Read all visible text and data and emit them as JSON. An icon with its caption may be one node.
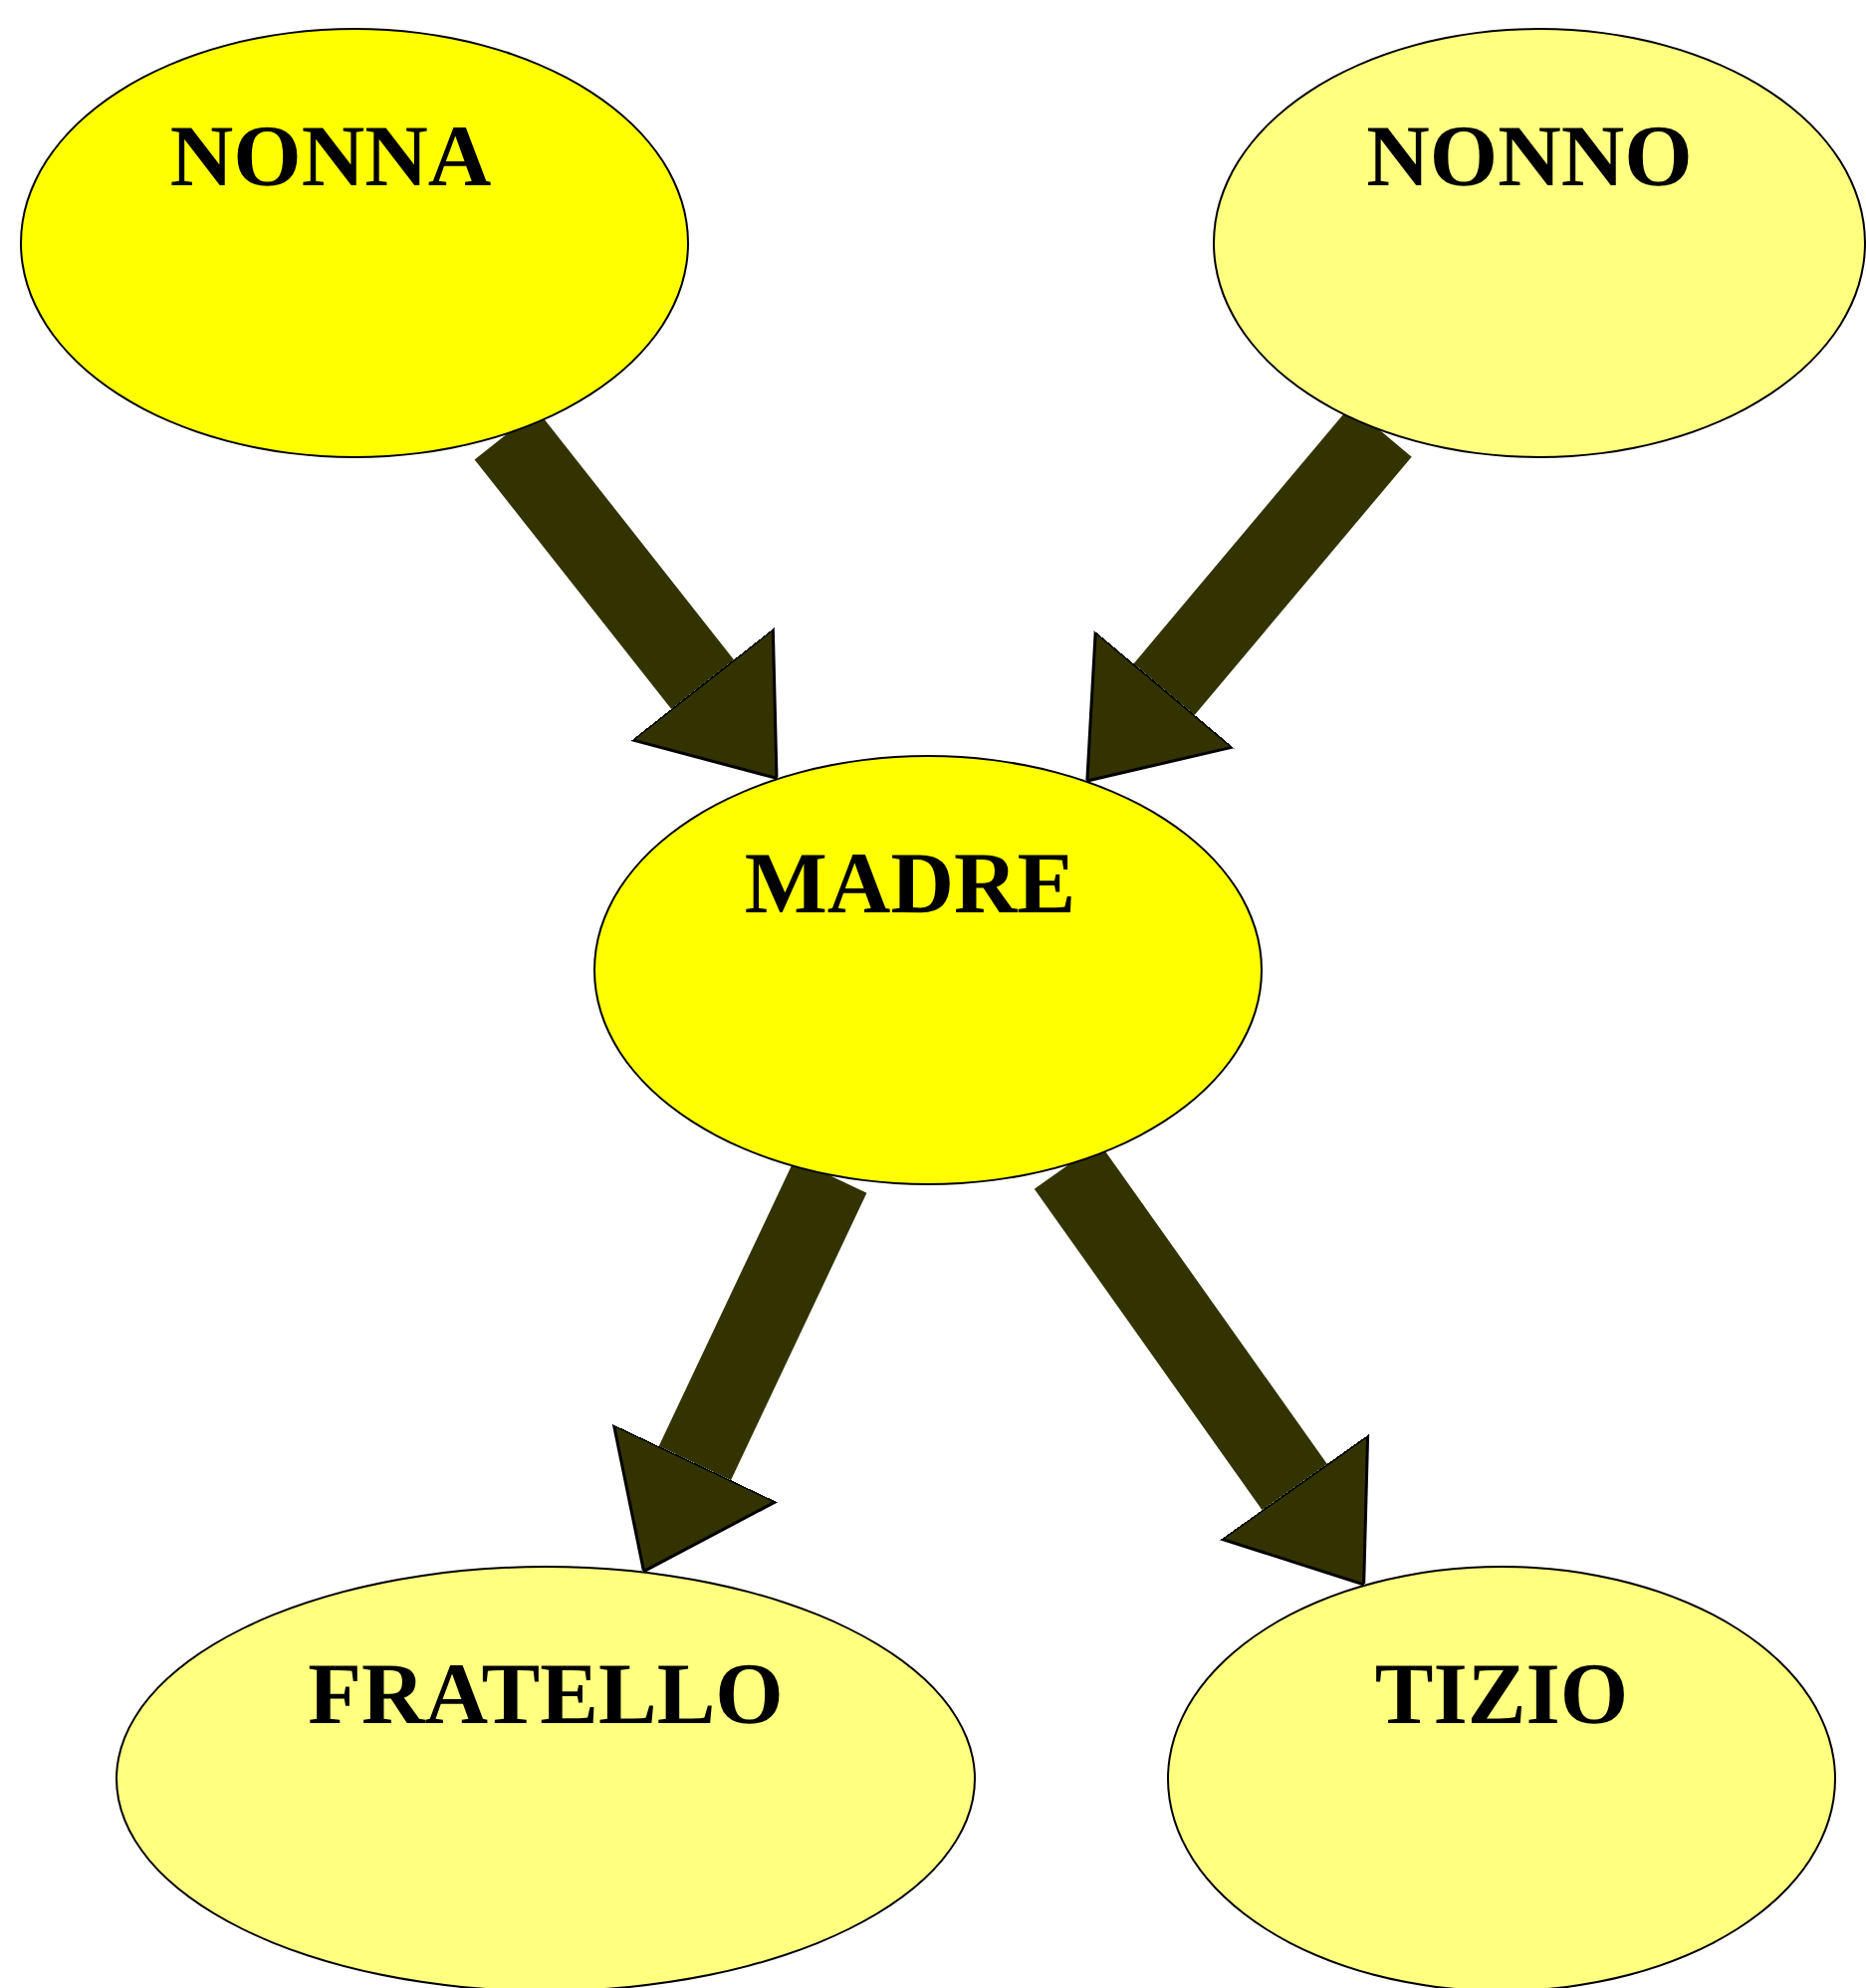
{
  "diagram": {
    "nodes": [
      {
        "text": [
          "NONNA"
        ]
      },
      {
        "text": [
          "NONNO"
        ]
      },
      {
        "text": [
          "MADRE"
        ]
      },
      {
        "text": [
          "FRATELLO"
        ]
      },
      {
        "text": [
          "TIZIO"
        ]
      }
    ],
    "edges": [
      {
        "from": 0,
        "to": 2,
        "arrow": "to"
      },
      {
        "from": 1,
        "to": 2,
        "arrow": "to"
      },
      {
        "from": 2,
        "to": 3,
        "arrow": "to"
      },
      {
        "from": 2,
        "to": 4,
        "arrow": "to"
      }
    ]
  }
}
